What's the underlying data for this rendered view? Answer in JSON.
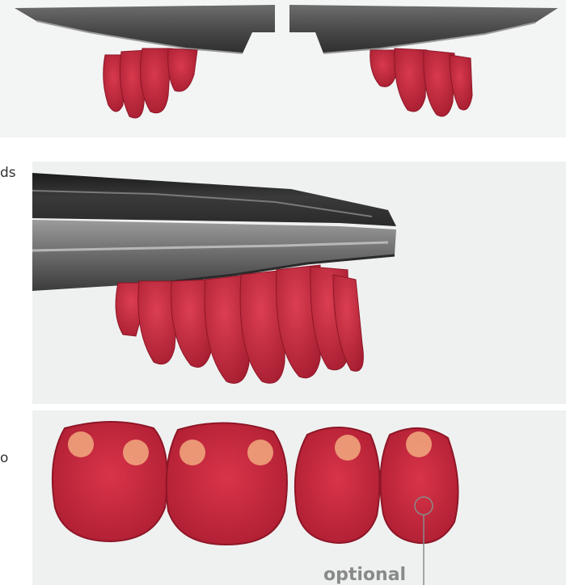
{
  "side_text": {
    "top_fragment": "ds",
    "bottom_fragment": "o"
  },
  "labels": {
    "optional": "optional"
  },
  "colors": {
    "tooth_red": "#c8243a",
    "tooth_dark": "#9d1a2c",
    "instrument_dark": "#3c3c3c",
    "instrument_light": "#8a8a8a",
    "contact_dot": "#f0a37b",
    "panel_bg": "#eff1f1"
  }
}
